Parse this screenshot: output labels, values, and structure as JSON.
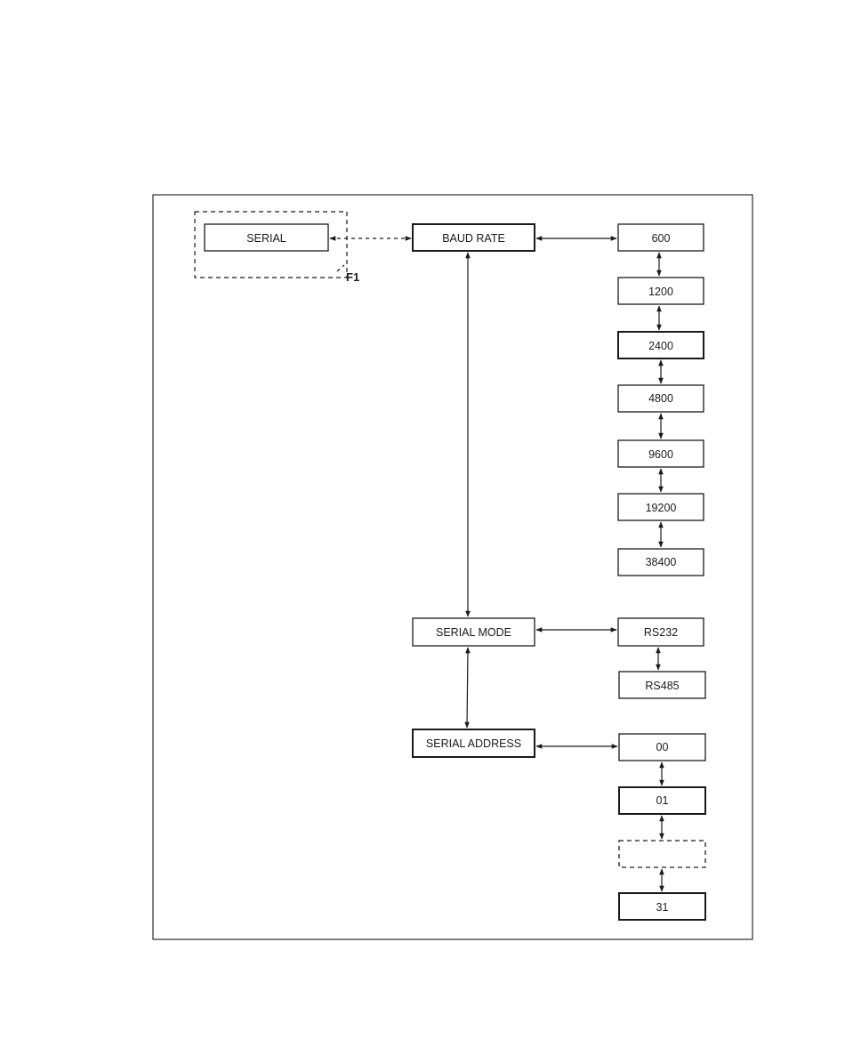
{
  "diagram": {
    "serial_label": "SERIAL",
    "f1_label": "F1",
    "baud_rate_label": "BAUD RATE",
    "serial_mode_label": "SERIAL MODE",
    "serial_address_label": "SERIAL ADDRESS",
    "baud_options": [
      "600",
      "1200",
      "2400",
      "4800",
      "9600",
      "19200",
      "38400"
    ],
    "mode_options": [
      "RS232",
      "RS485"
    ],
    "address_options": [
      "00",
      "01",
      "",
      "31"
    ]
  }
}
